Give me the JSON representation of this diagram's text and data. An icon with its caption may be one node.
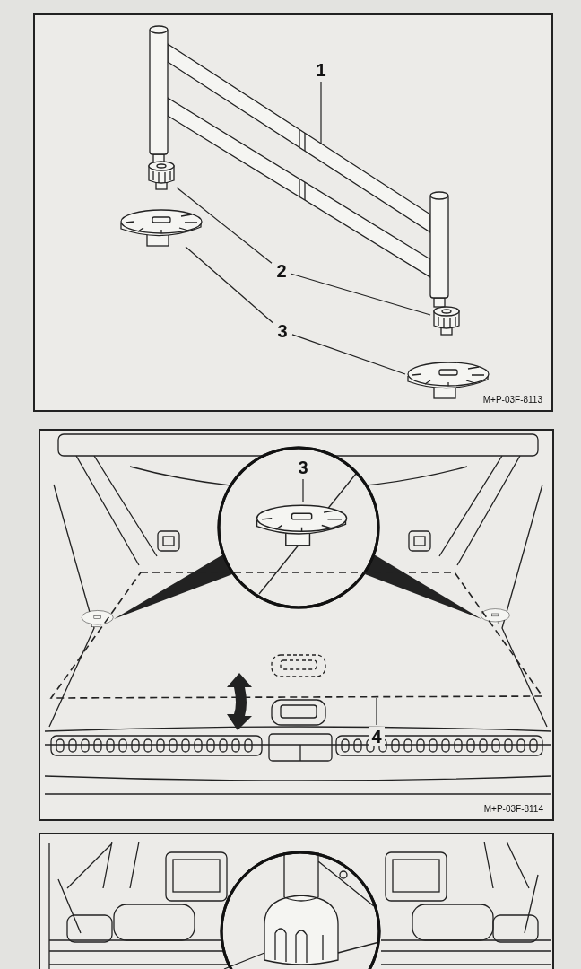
{
  "diagram": {
    "nodes": [
      {
        "text": [
          "1"
        ]
      },
      {
        "text": [],
        "shape": "picture"
      },
      {
        "text": [
          "2"
        ]
      },
      {
        "text": [],
        "shape": "picture"
      },
      {
        "text": [],
        "shape": "picture"
      },
      {
        "text": [
          "3"
        ]
      },
      {
        "text": [],
        "shape": "picture"
      },
      {
        "text": [],
        "shape": "picture"
      },
      {
        "text": [
          "3"
        ]
      },
      {
        "text": [],
        "shape": "picture"
      },
      {
        "text": [
          "4"
        ]
      },
      {
        "text": [],
        "shape": "picture"
      }
    ],
    "edges": [
      {
        "from": 0,
        "to": 1,
        "arrow": "none"
      },
      {
        "from": 2,
        "to": 3,
        "arrow": "none"
      },
      {
        "from": 2,
        "to": 4,
        "arrow": "none"
      },
      {
        "from": 5,
        "to": 6,
        "arrow": "none"
      },
      {
        "from": 5,
        "to": 7,
        "arrow": "none"
      },
      {
        "from": 8,
        "to": 9,
        "arrow": "none"
      },
      {
        "from": 10,
        "to": 11,
        "arrow": "none"
      }
    ],
    "labels": [
      "M+P-03F-8113",
      "M+P-03F-8114"
    ]
  }
}
